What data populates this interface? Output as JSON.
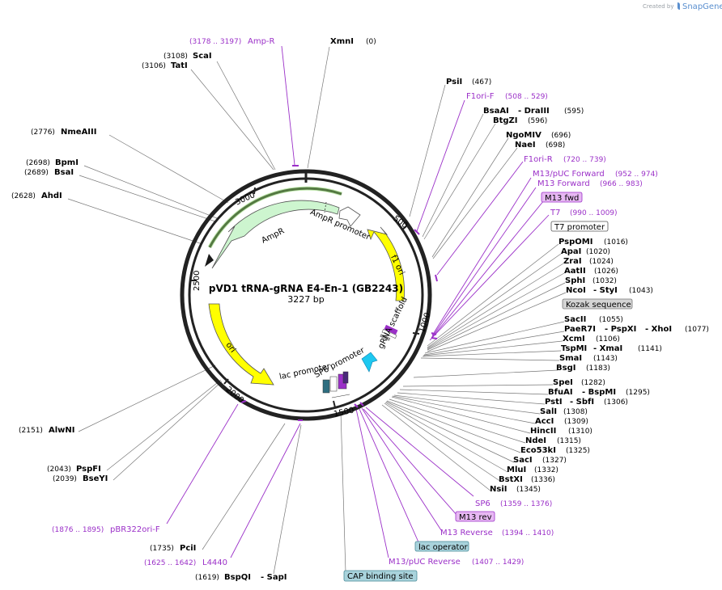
{
  "brand": {
    "prefix": "Created by",
    "name": "SnapGene"
  },
  "map": {
    "title": "pVD1 tRNA-gRNA E4-En-1 (GB2243)",
    "size": "3227 bp"
  },
  "ticks": [
    "3000",
    "500",
    "2500",
    "1000",
    "2000",
    "1500"
  ],
  "features": {
    "ampr": "AmpR",
    "ampr_promoter": "AmpR promoter",
    "f1_ori": "f1 ori",
    "ori": "ori",
    "sp6_promoter": "SP6 promoter",
    "lac_promoter": "lac promoter",
    "grna_scaffold": "gRNA scaffold"
  },
  "top_labels": {
    "amp_r_range": "(3178 .. 3197)",
    "amp_r": "Amp-R",
    "xmni": "XmnI",
    "xmni_pos": "(0)",
    "scai_pos": "(3108)",
    "scai": "ScaI",
    "tati_pos": "(3106)",
    "tati": "TatI",
    "nmeaiii_pos": "(2776)",
    "nmeaiii": "NmeAIII",
    "bpmi_pos": "(2698)",
    "bpmi": "BpmI",
    "bsai_pos": "(2689)",
    "bsai": "BsaI",
    "ahdi_pos": "(2628)",
    "ahdi": "AhdI"
  },
  "right_labels": {
    "psii": "PsiI",
    "psii_pos": "(467)",
    "f1orif": "F1ori-F",
    "f1orif_range": "(508 .. 529)",
    "bsaai": "BsaAI",
    "dash_draiii": "- DraIII",
    "bsaai_pos": "(595)",
    "btgzi": "BtgZI",
    "btgzi_pos": "(596)",
    "ngomiv": "NgoMIV",
    "ngomiv_pos": "(696)",
    "naei": "NaeI",
    "naei_pos": "(698)",
    "f1orir": "F1ori-R",
    "f1orir_range": "(720 .. 739)",
    "m13puc_fwd": "M13/pUC Forward",
    "m13puc_fwd_range": "(952 .. 974)",
    "m13_fwd_p": "M13 Forward",
    "m13_fwd_p_range": "(966 .. 983)",
    "m13_fwd_box": "M13 fwd",
    "t7": "T7",
    "t7_range": "(990 .. 1009)",
    "t7_promoter": "T7 promoter",
    "pspomi": "PspOMI",
    "pspomi_pos": "(1016)",
    "apai": "ApaI",
    "apai_pos": "(1020)",
    "zrai": "ZraI",
    "zrai_pos": "(1024)",
    "aatii": "AatII",
    "aatii_pos": "(1026)",
    "sphi": "SphI",
    "sphi_pos": "(1032)",
    "ncoi": "NcoI",
    "dash_styi": "- StyI",
    "ncoi_pos": "(1043)",
    "kozak": "Kozak sequence",
    "sacii": "SacII",
    "sacii_pos": "(1055)",
    "paer7i": "PaeR7I",
    "dash_pspxi": "- PspXI",
    "dash_xhoi": "- XhoI",
    "paer7i_pos": "(1077)",
    "xcmi": "XcmI",
    "xcmi_pos": "(1106)",
    "tspmi": "TspMI",
    "dash_xmai": "- XmaI",
    "tspmi_pos": "(1141)",
    "smai": "SmaI",
    "smai_pos": "(1143)",
    "bsgi": "BsgI",
    "bsgi_pos": "(1183)",
    "spei": "SpeI",
    "spei_pos": "(1282)",
    "bfuai": "BfuAI",
    "dash_bspmi": "- BspMI",
    "bfuai_pos": "(1295)",
    "psti": "PstI",
    "dash_sbfi": "- SbfI",
    "psti_pos": "(1306)",
    "sali": "SalI",
    "sali_pos": "(1308)",
    "acci": "AccI",
    "acci_pos": "(1309)",
    "hincii": "HincII",
    "hincii_pos": "(1310)",
    "ndei": "NdeI",
    "ndei_pos": "(1315)",
    "eco53ki": "Eco53kI",
    "eco53ki_pos": "(1325)",
    "saci": "SacI",
    "saci_pos": "(1327)",
    "mlui": "MluI",
    "mlui_pos": "(1332)",
    "bstxi": "BstXI",
    "bstxi_pos": "(1336)",
    "nsii": "NsiI",
    "nsii_pos": "(1345)",
    "sp6": "SP6",
    "sp6_range": "(1359 .. 1376)",
    "m13rev_box": "M13 rev",
    "m13rev": "M13 Reverse",
    "m13rev_range": "(1394 .. 1410)",
    "lac_operator": "lac operator",
    "m13puc_rev": "M13/pUC Reverse",
    "m13puc_rev_range": "(1407 .. 1429)",
    "cap_site": "CAP binding site"
  },
  "left_labels": {
    "alwni_pos": "(2151)",
    "alwni": "AlwNI",
    "pspfi_pos": "(2043)",
    "pspfi": "PspFI",
    "bseyi_pos": "(2039)",
    "bseyi": "BseYI",
    "pbr_range": "(1876 .. 1895)",
    "pbr": "pBR322ori-F",
    "pcii_pos": "(1735)",
    "pcii": "PciI",
    "l4440_range": "(1625 .. 1642)",
    "l4440": "L4440",
    "bspqi_pos": "(1619)",
    "bspqi": "BspQI",
    "dash_sapi": "- SapI"
  },
  "colors": {
    "backbone": "#222222",
    "primer": "#9b30c8",
    "ampr_fill": "#cdf5cf",
    "ori_fill": "#ffff00",
    "promoter_fill": "#ffffff",
    "scaffold_fill": "#1ec8f0",
    "primer_box_fill": "#e7b8f3",
    "lacop_fill": "#a9d3dc",
    "gray_box_fill": "#d4d4d4"
  }
}
